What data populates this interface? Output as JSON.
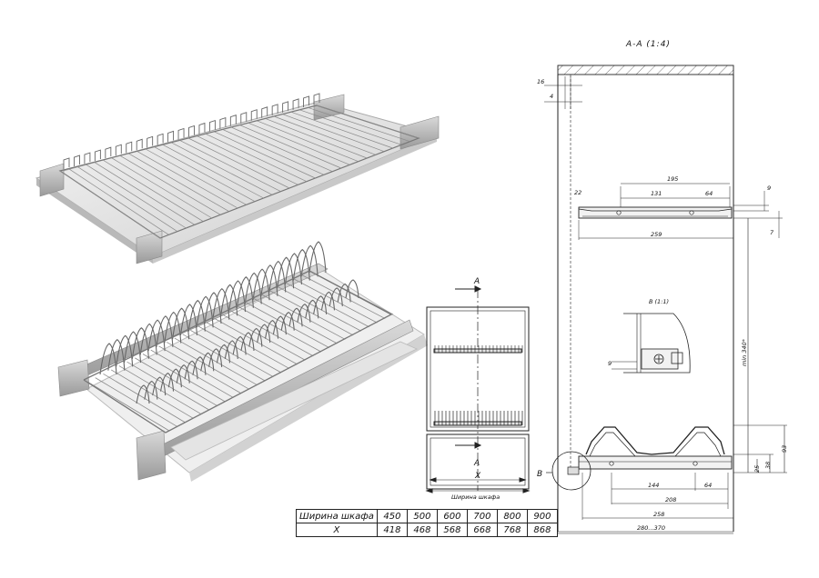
{
  "section_title": "A-A (1:4)",
  "detail_label": "B (1:1)",
  "callouts": {
    "section_a_top": "A",
    "section_a_bottom": "A",
    "detail_b": "B"
  },
  "cabinet_front": {
    "x_label": "X",
    "width_label": "Ширина шкафа"
  },
  "dimensions": {
    "d16": "16",
    "d4": "4",
    "d22": "22",
    "d195": "195",
    "d131": "131",
    "d64_top": "64",
    "d9": "9",
    "d7": "7",
    "d259": "259",
    "min340": "min 340*",
    "d144": "144",
    "d64_bottom": "64",
    "d208": "208",
    "d258": "258",
    "d280_370": "280...370",
    "d93": "93",
    "d38": "38",
    "d25": "25",
    "detail_gap": "9"
  },
  "size_table": {
    "row1_header": "Ширина шкафа",
    "row1": [
      "450",
      "500",
      "600",
      "700",
      "800",
      "900"
    ],
    "row2_header": "X",
    "row2": [
      "418",
      "468",
      "568",
      "668",
      "768",
      "868"
    ]
  }
}
